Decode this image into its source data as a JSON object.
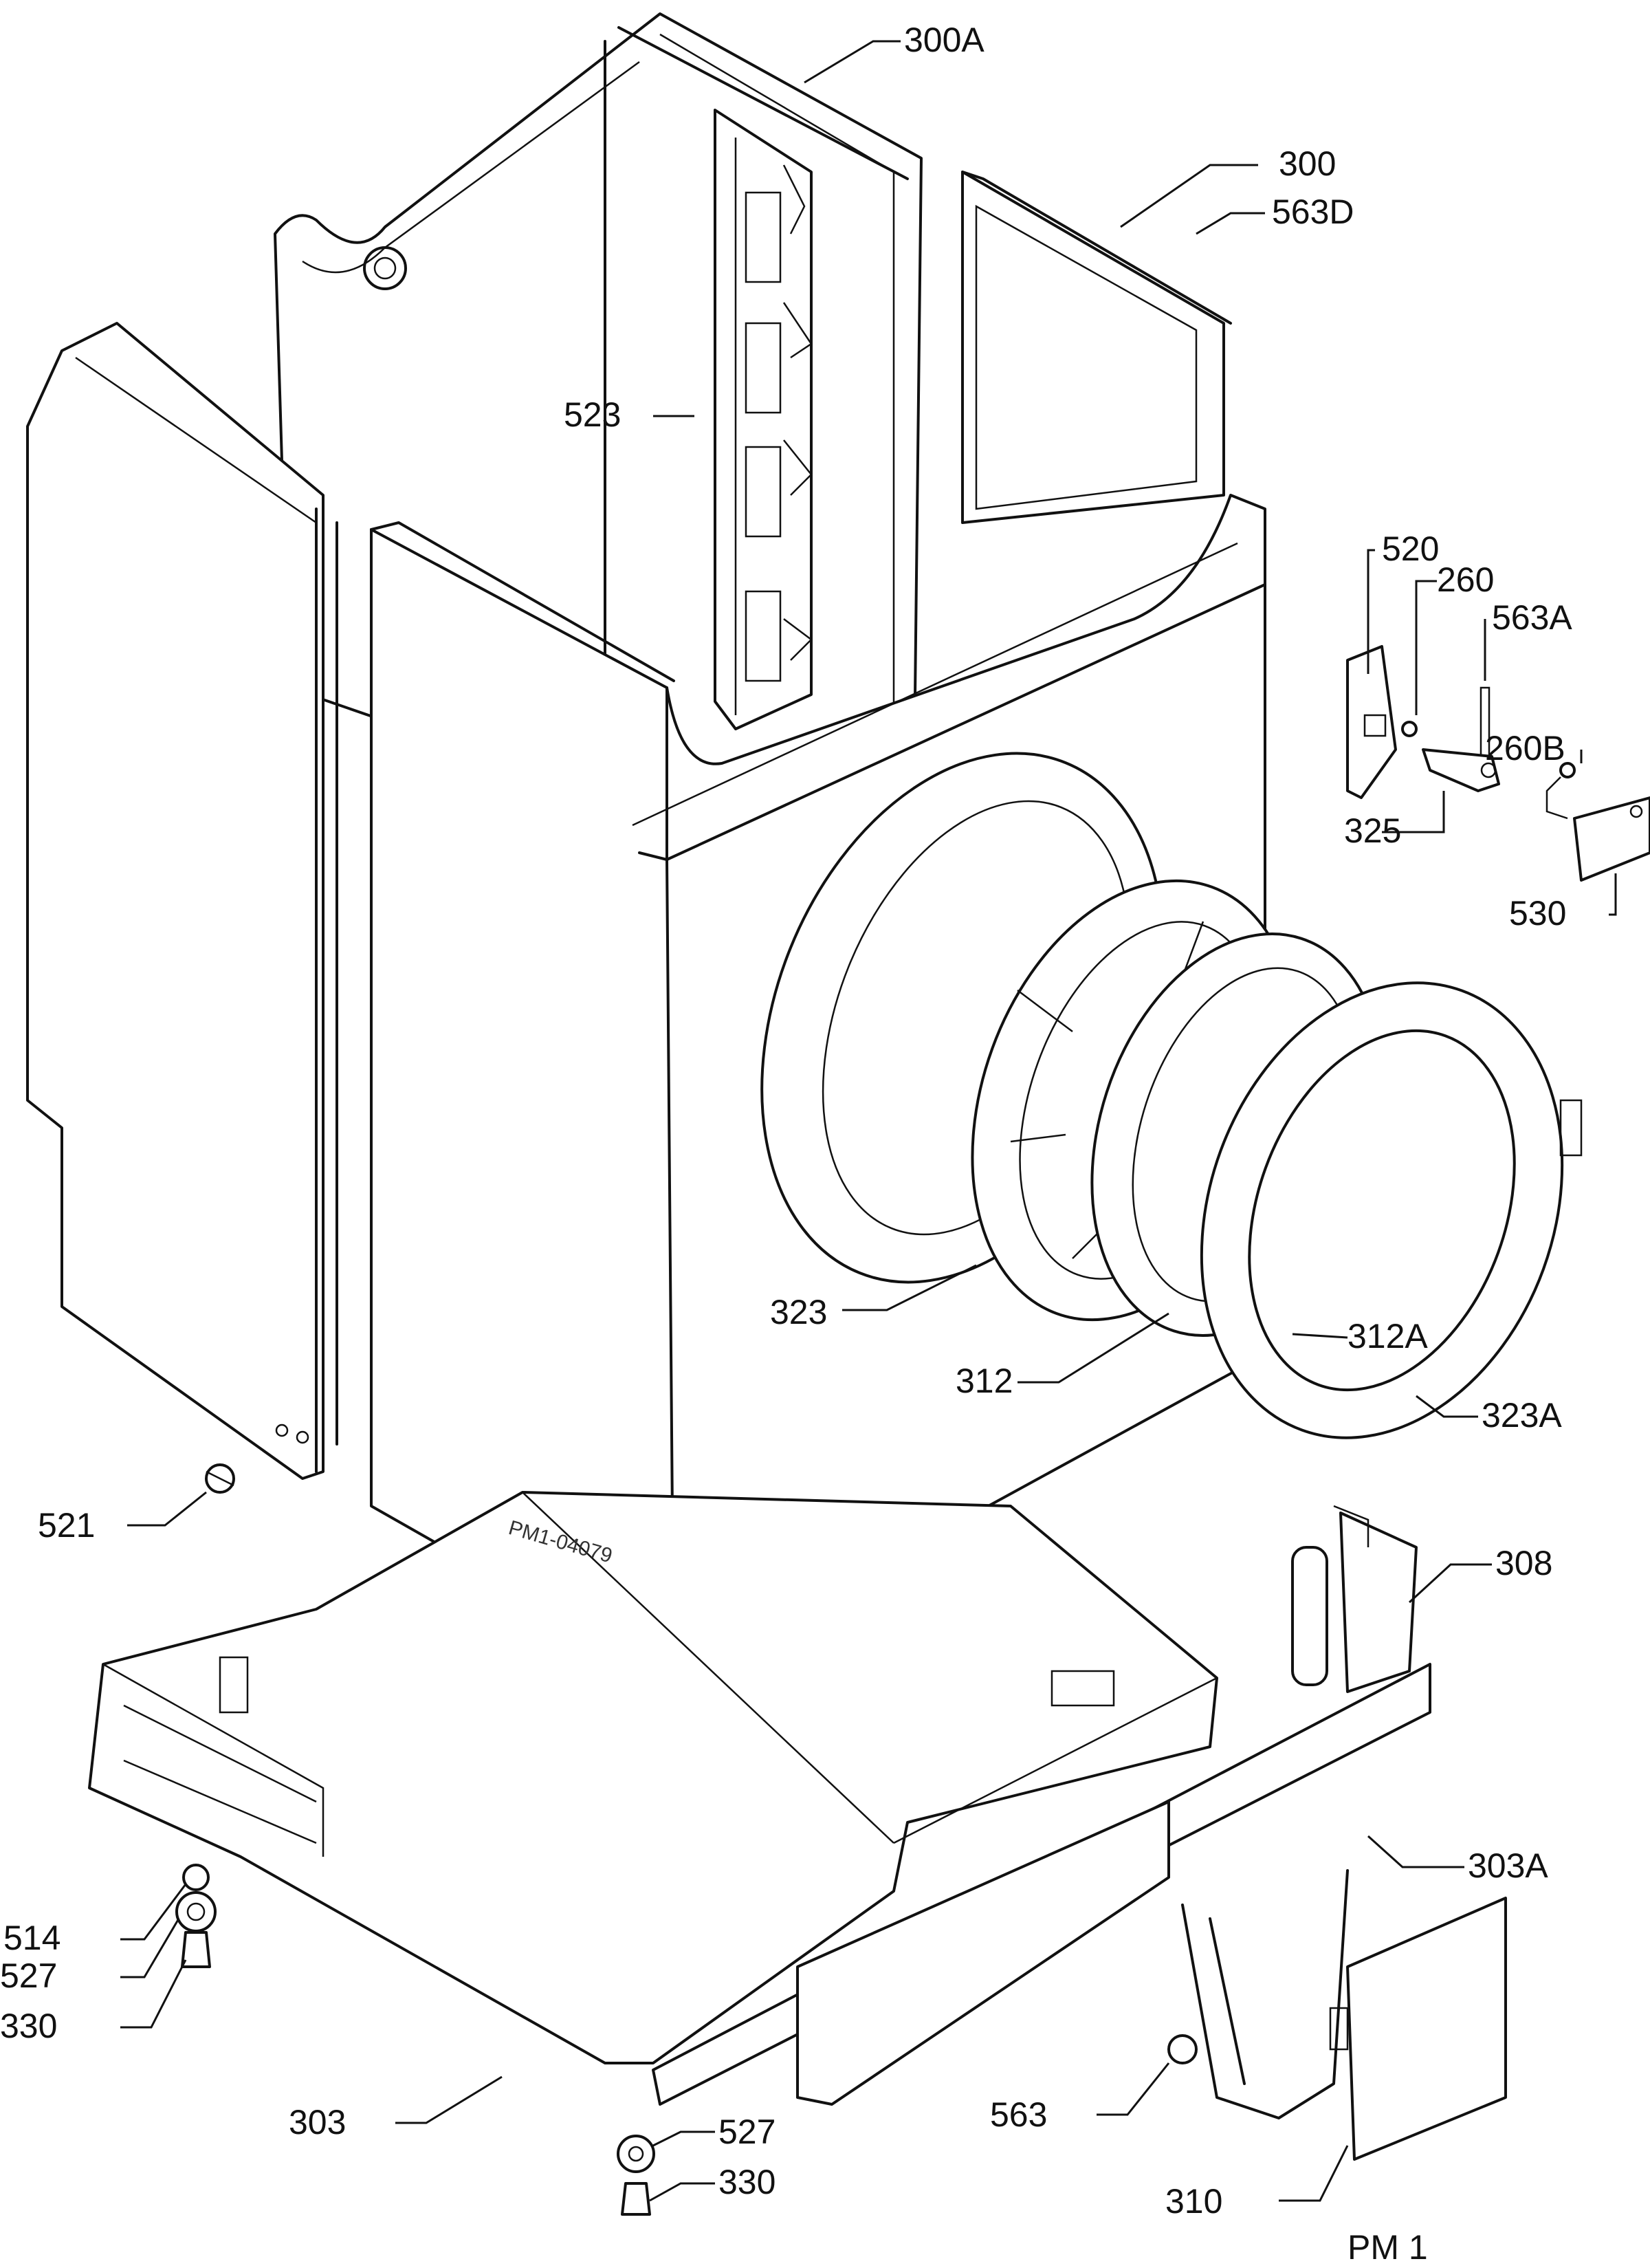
{
  "callouts": [
    {
      "id": "300A",
      "text": "300A"
    },
    {
      "id": "300",
      "text": "300"
    },
    {
      "id": "563D",
      "text": "563D"
    },
    {
      "id": "523",
      "text": "523"
    },
    {
      "id": "520",
      "text": "520"
    },
    {
      "id": "260",
      "text": "260"
    },
    {
      "id": "563A",
      "text": "563A"
    },
    {
      "id": "260B",
      "text": "260B"
    },
    {
      "id": "325",
      "text": "325"
    },
    {
      "id": "530",
      "text": "530"
    },
    {
      "id": "323",
      "text": "323"
    },
    {
      "id": "312A",
      "text": "312A"
    },
    {
      "id": "312",
      "text": "312"
    },
    {
      "id": "323A",
      "text": "323A"
    },
    {
      "id": "521",
      "text": "521"
    },
    {
      "id": "308",
      "text": "308"
    },
    {
      "id": "303A",
      "text": "303A"
    },
    {
      "id": "514",
      "text": "514"
    },
    {
      "id": "527a",
      "text": "527"
    },
    {
      "id": "330a",
      "text": "330"
    },
    {
      "id": "303",
      "text": "303"
    },
    {
      "id": "527b",
      "text": "527"
    },
    {
      "id": "330b",
      "text": "330"
    },
    {
      "id": "563",
      "text": "563"
    },
    {
      "id": "310",
      "text": "310"
    }
  ],
  "drawing_code": "PM1-04079",
  "page_tag": "PM 1"
}
